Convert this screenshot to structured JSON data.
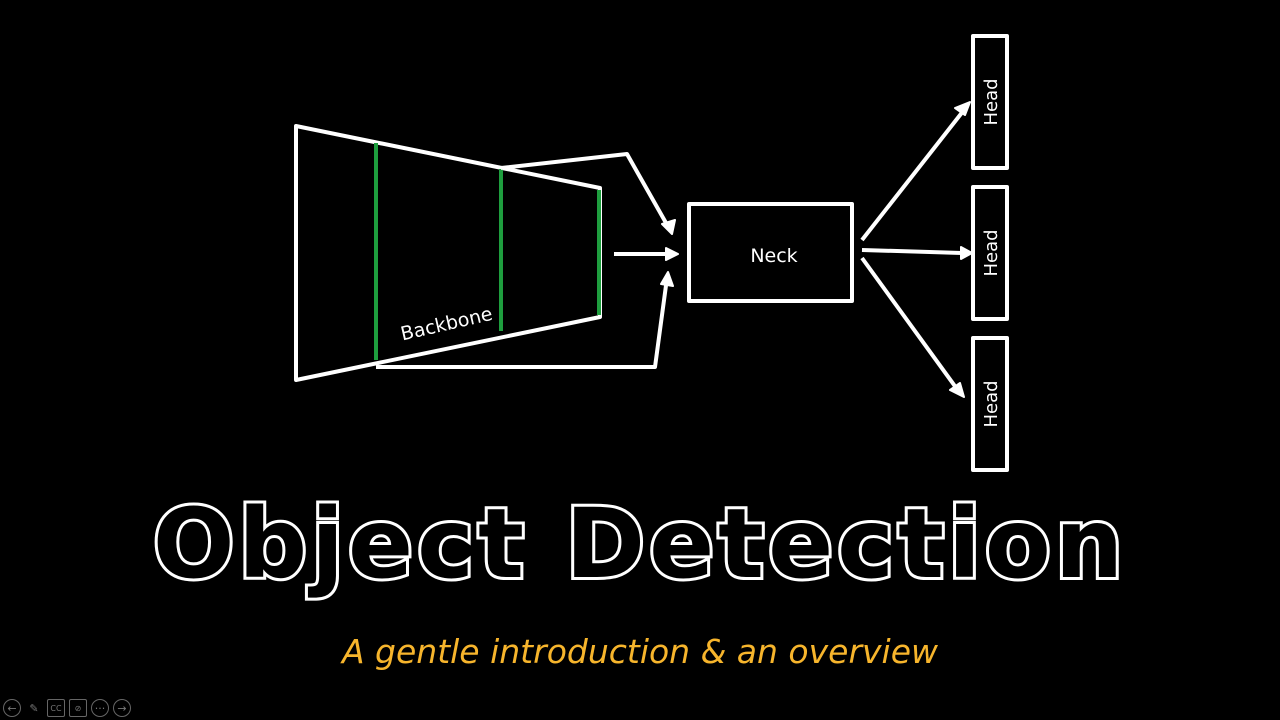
{
  "diagram": {
    "backbone_label": "Backbone",
    "neck_label": "Neck",
    "head_labels": [
      "Head",
      "Head",
      "Head"
    ],
    "colors": {
      "stroke": "#ffffff",
      "feature_levels": "#1e9e3e"
    }
  },
  "title": "Object Detection",
  "subtitle": "A gentle introduction & an overview",
  "subtitle_color": "#f7b52c",
  "controls": {
    "icons": [
      "prev-icon",
      "pen-icon",
      "captions-icon",
      "video-off-icon",
      "more-icon",
      "next-icon"
    ],
    "glyphs": [
      "←",
      "✎",
      "CC",
      "⊘",
      "···",
      "→"
    ]
  }
}
